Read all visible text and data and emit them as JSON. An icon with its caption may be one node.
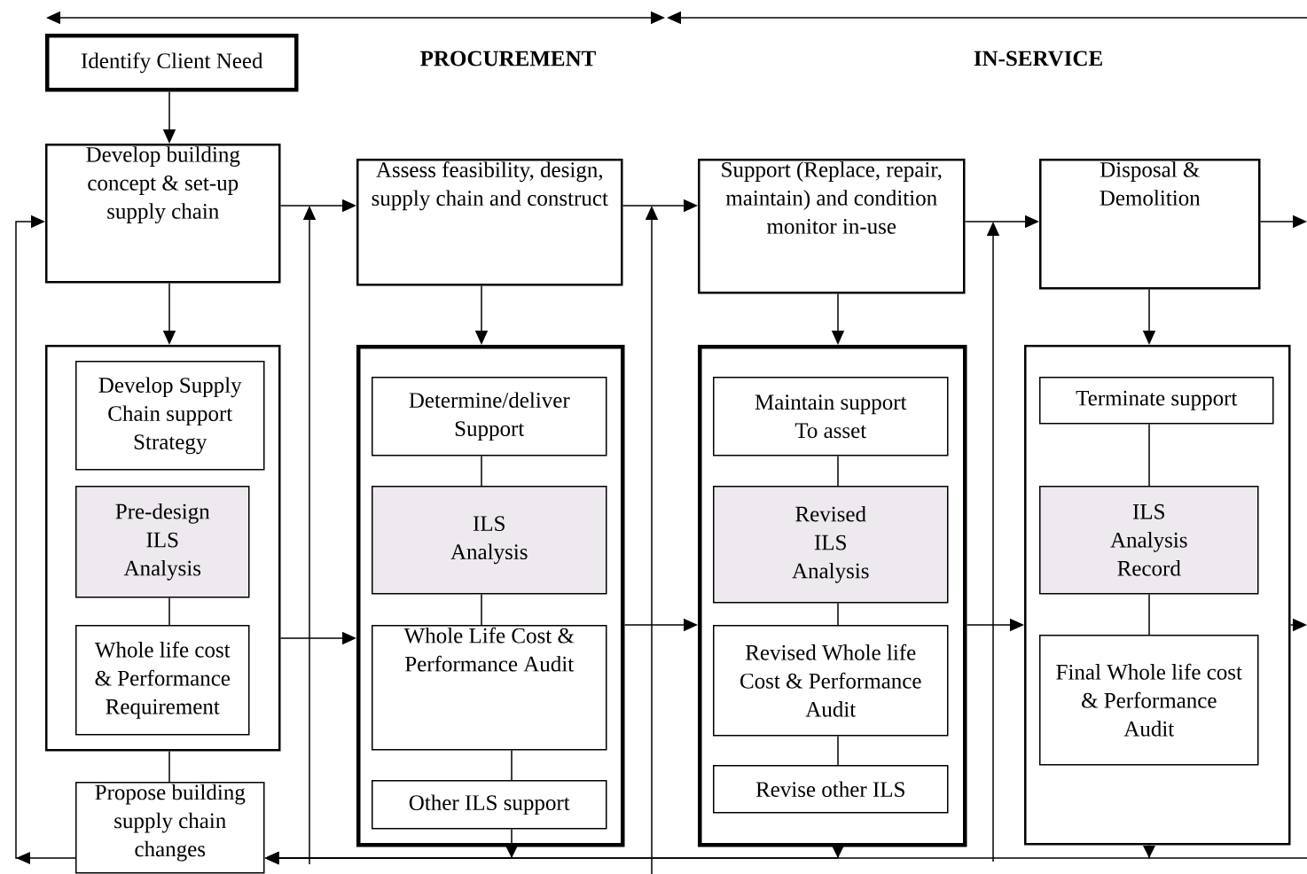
{
  "diagram": {
    "nodes": [
      {
        "text": [
          "Identify Client Need"
        ]
      },
      {
        "text": [
          "Develop building concept & set-up supply chain"
        ]
      },
      {
        "text": [
          "Assess feasibility, design, supply chain and construct"
        ]
      },
      {
        "text": [
          "Support (Replace, repair, maintain) and condition monitor in-use"
        ]
      },
      {
        "text": [
          "Disposal & Demolition"
        ]
      },
      {
        "text": [],
        "shape": "box"
      },
      {
        "text": [
          "Develop Supply Chain support Strategy"
        ],
        "in": 5
      },
      {
        "text": [
          "Pre-design ILS Analysis"
        ],
        "in": 5
      },
      {
        "text": [
          "Whole life cost & Performance Requirement"
        ],
        "in": 5
      },
      {
        "text": [],
        "shape": "box"
      },
      {
        "text": [
          "Determine/deliver Support"
        ],
        "in": 9
      },
      {
        "text": [
          "ILS Analysis"
        ],
        "in": 9
      },
      {
        "text": [
          "Whole Life Cost & Performance Audit"
        ],
        "in": 9
      },
      {
        "text": [
          "Other ILS support"
        ],
        "in": 9
      },
      {
        "text": [],
        "shape": "box"
      },
      {
        "text": [
          "Maintain support To asset"
        ],
        "in": 14
      },
      {
        "text": [
          "Revised ILS Analysis"
        ],
        "in": 14
      },
      {
        "text": [
          "Revised Whole life Cost & Performance Audit"
        ],
        "in": 14
      },
      {
        "text": [
          "Revise other ILS"
        ],
        "in": 14
      },
      {
        "text": [],
        "shape": "box"
      },
      {
        "text": [
          "Terminate support"
        ],
        "in": 19
      },
      {
        "text": [
          "ILS Analysis Record"
        ],
        "in": 19
      },
      {
        "text": [
          "Final Whole life cost & Performance Audit"
        ],
        "in": 19
      },
      {
        "text": [
          "Propose building supply chain changes"
        ]
      }
    ],
    "edges": [
      {
        "from": 0,
        "to": 1,
        "arrow": "to"
      },
      {
        "from": 1,
        "to": 2,
        "arrow": "to"
      },
      {
        "from": 2,
        "to": 3,
        "arrow": "to"
      },
      {
        "from": 3,
        "to": 4,
        "arrow": "to"
      },
      {
        "from": 4,
        "to": null,
        "arrow": "to"
      },
      {
        "from": 1,
        "to": 5,
        "arrow": "to"
      },
      {
        "from": 2,
        "to": 9,
        "arrow": "to"
      },
      {
        "from": 3,
        "to": 14,
        "arrow": "to"
      },
      {
        "from": 4,
        "to": 19,
        "arrow": "to"
      },
      {
        "from": 7,
        "to": 8,
        "arrow": "none"
      },
      {
        "from": 10,
        "to": 11,
        "arrow": "none"
      },
      {
        "from": 11,
        "to": 12,
        "arrow": "none"
      },
      {
        "from": 12,
        "to": 13,
        "arrow": "none"
      },
      {
        "from": 15,
        "to": 16,
        "arrow": "none"
      },
      {
        "from": 16,
        "to": 17,
        "arrow": "none"
      },
      {
        "from": 17,
        "to": 18,
        "arrow": "none"
      },
      {
        "from": 20,
        "to": 21,
        "arrow": "none"
      },
      {
        "from": 21,
        "to": 22,
        "arrow": "none"
      },
      {
        "from": 5,
        "to": 23,
        "arrow": "none"
      },
      {
        "from": 5,
        "to": 9,
        "arrow": "to"
      },
      {
        "from": 9,
        "to": 14,
        "arrow": "to"
      },
      {
        "from": 14,
        "to": 19,
        "arrow": "to"
      },
      {
        "from": 19,
        "to": null,
        "arrow": "to"
      },
      {
        "from": 13,
        "to": 23,
        "arrow": "to"
      },
      {
        "from": 14,
        "to": 23,
        "arrow": "to"
      },
      {
        "from": 19,
        "to": 23,
        "arrow": "to"
      },
      {
        "from": 23,
        "to": 1,
        "arrow": "to"
      }
    ],
    "labels": [
      "PROCUREMENT",
      "IN-SERVICE"
    ]
  }
}
